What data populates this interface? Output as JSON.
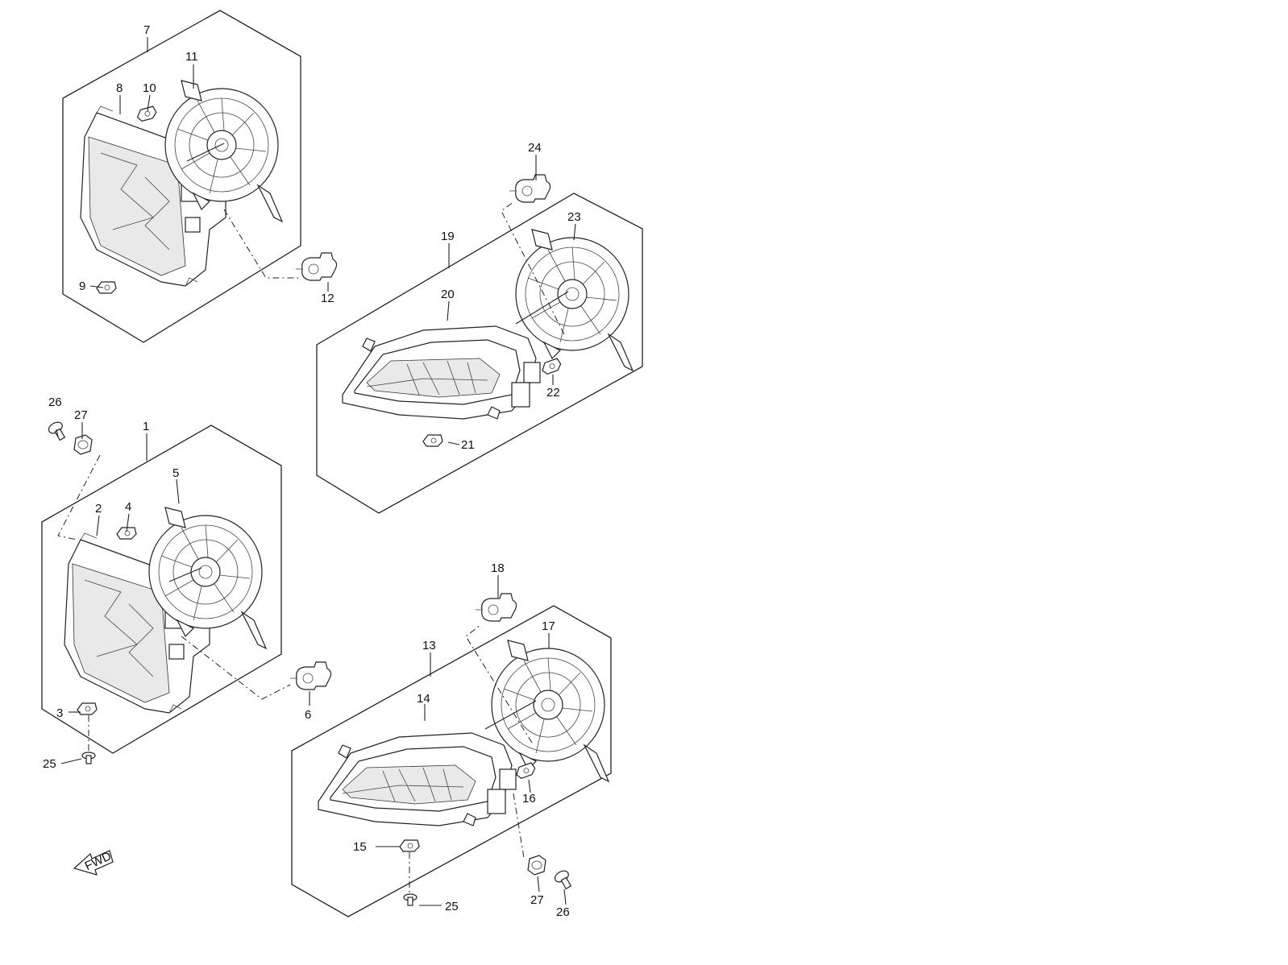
{
  "diagram": {
    "callouts": [
      "1",
      "2",
      "3",
      "4",
      "5",
      "6",
      "7",
      "8",
      "9",
      "10",
      "11",
      "12",
      "13",
      "14",
      "15",
      "16",
      "17",
      "18",
      "19",
      "20",
      "21",
      "22",
      "23",
      "24",
      "25",
      "26",
      "27"
    ],
    "fwd_label": "FWD"
  }
}
